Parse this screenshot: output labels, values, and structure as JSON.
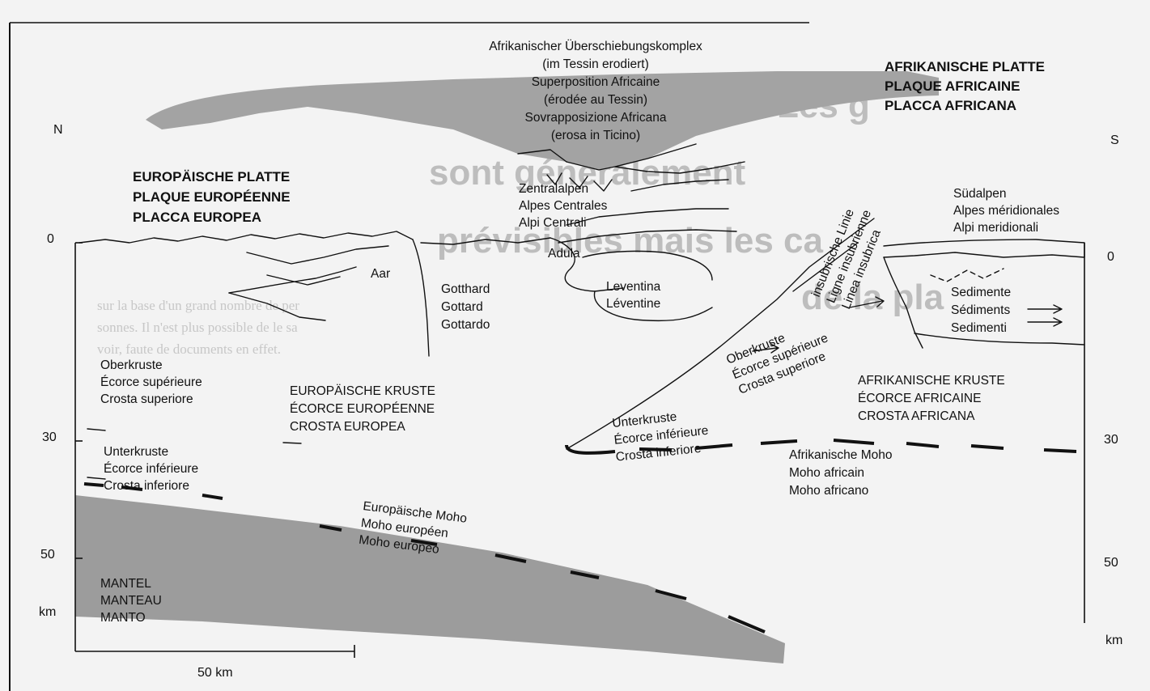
{
  "colors": {
    "paper": "#f3f3f3",
    "mantle": "#9c9c9c",
    "overthrust": "#a3a3a3",
    "ink": "#111111",
    "show_through": "#c7c7c7"
  },
  "directions": {
    "north": "N",
    "south": "S"
  },
  "scale_left": {
    "ticks": [
      "0",
      "30",
      "50"
    ],
    "unit": "km",
    "scalebar": "50 km"
  },
  "scale_right": {
    "ticks": [
      "0",
      "30",
      "50"
    ],
    "unit": "km"
  },
  "overthrust": {
    "de": "Afrikanischer Überschiebungskomplex",
    "de2": "(im Tessin erodiert)",
    "fr": "Superposition Africaine",
    "fr2": "(érodée au Tessin)",
    "it": "Sovrapposizione Africana",
    "it2": "(erosa in Ticino)"
  },
  "african_plate": {
    "de": "AFRIKANISCHE PLATTE",
    "fr": "PLAQUE AFRICAINE",
    "it": "PLACCA AFRICANA"
  },
  "european_plate": {
    "de": "EUROPÄISCHE PLATTE",
    "fr": "PLAQUE EUROPÉENNE",
    "it": "PLACCA EUROPEA"
  },
  "central_alps": {
    "de": "Zentralalpen",
    "fr": "Alpes Centrales",
    "it": "Alpi Centrali"
  },
  "southern_alps": {
    "de": "Südalpen",
    "fr": "Alpes méridionales",
    "it": "Alpi meridionali"
  },
  "insubric_line": {
    "de": "insubrische Linie",
    "fr": "Ligne insubrienne",
    "it": "Linea insubrica"
  },
  "aar": "Aar",
  "adula": "Adula",
  "gotthard": {
    "de": "Gotthard",
    "fr": "Gottard",
    "it": "Gottardo"
  },
  "leventina": {
    "de": "Leventina",
    "fr": "Léventine"
  },
  "sediments": {
    "de": "Sedimente",
    "fr": "Sédiments",
    "it": "Sedimenti"
  },
  "upper_crust_left": {
    "de": "Oberkruste",
    "fr": "Écorce supérieure",
    "it": "Crosta superiore"
  },
  "lower_crust_left": {
    "de": "Unterkruste",
    "fr": "Écorce inférieure",
    "it": "Crosta inferiore"
  },
  "european_crust": {
    "de": "EUROPÄISCHE KRUSTE",
    "fr": "ÉCORCE EUROPÉENNE",
    "it": "CROSTA EUROPEA"
  },
  "upper_crust_mid": {
    "de": "Oberkruste",
    "fr": "Écorce supérieure",
    "it": "Crosta superiore"
  },
  "lower_crust_mid": {
    "de": "Unterkruste",
    "fr": "Écorce inférieure",
    "it": "Crosta inferiore"
  },
  "african_crust": {
    "de": "AFRIKANISCHE KRUSTE",
    "fr": "ÉCORCE AFRICAINE",
    "it": "CROSTA AFRICANA"
  },
  "european_moho": {
    "de": "Europäische Moho",
    "fr": "Moho européen",
    "it": "Moho europeo"
  },
  "african_moho": {
    "de": "Afrikanische Moho",
    "fr": "Moho africain",
    "it": "Moho africano"
  },
  "mantle": {
    "de": "MANTEL",
    "fr": "MANTEAU",
    "it": "MANTO"
  },
  "background_text": {
    "headline_1": "Les g",
    "headline_2": "sont généralement",
    "headline_3": "prévisibles mais les ca",
    "headline_4": "de la pla",
    "col_left_1": "sur la base d'un grand nombre de per",
    "col_left_2": "sonnes. Il n'est plus possible de le sa",
    "col_left_3": "voir, faute de documents en effet."
  }
}
